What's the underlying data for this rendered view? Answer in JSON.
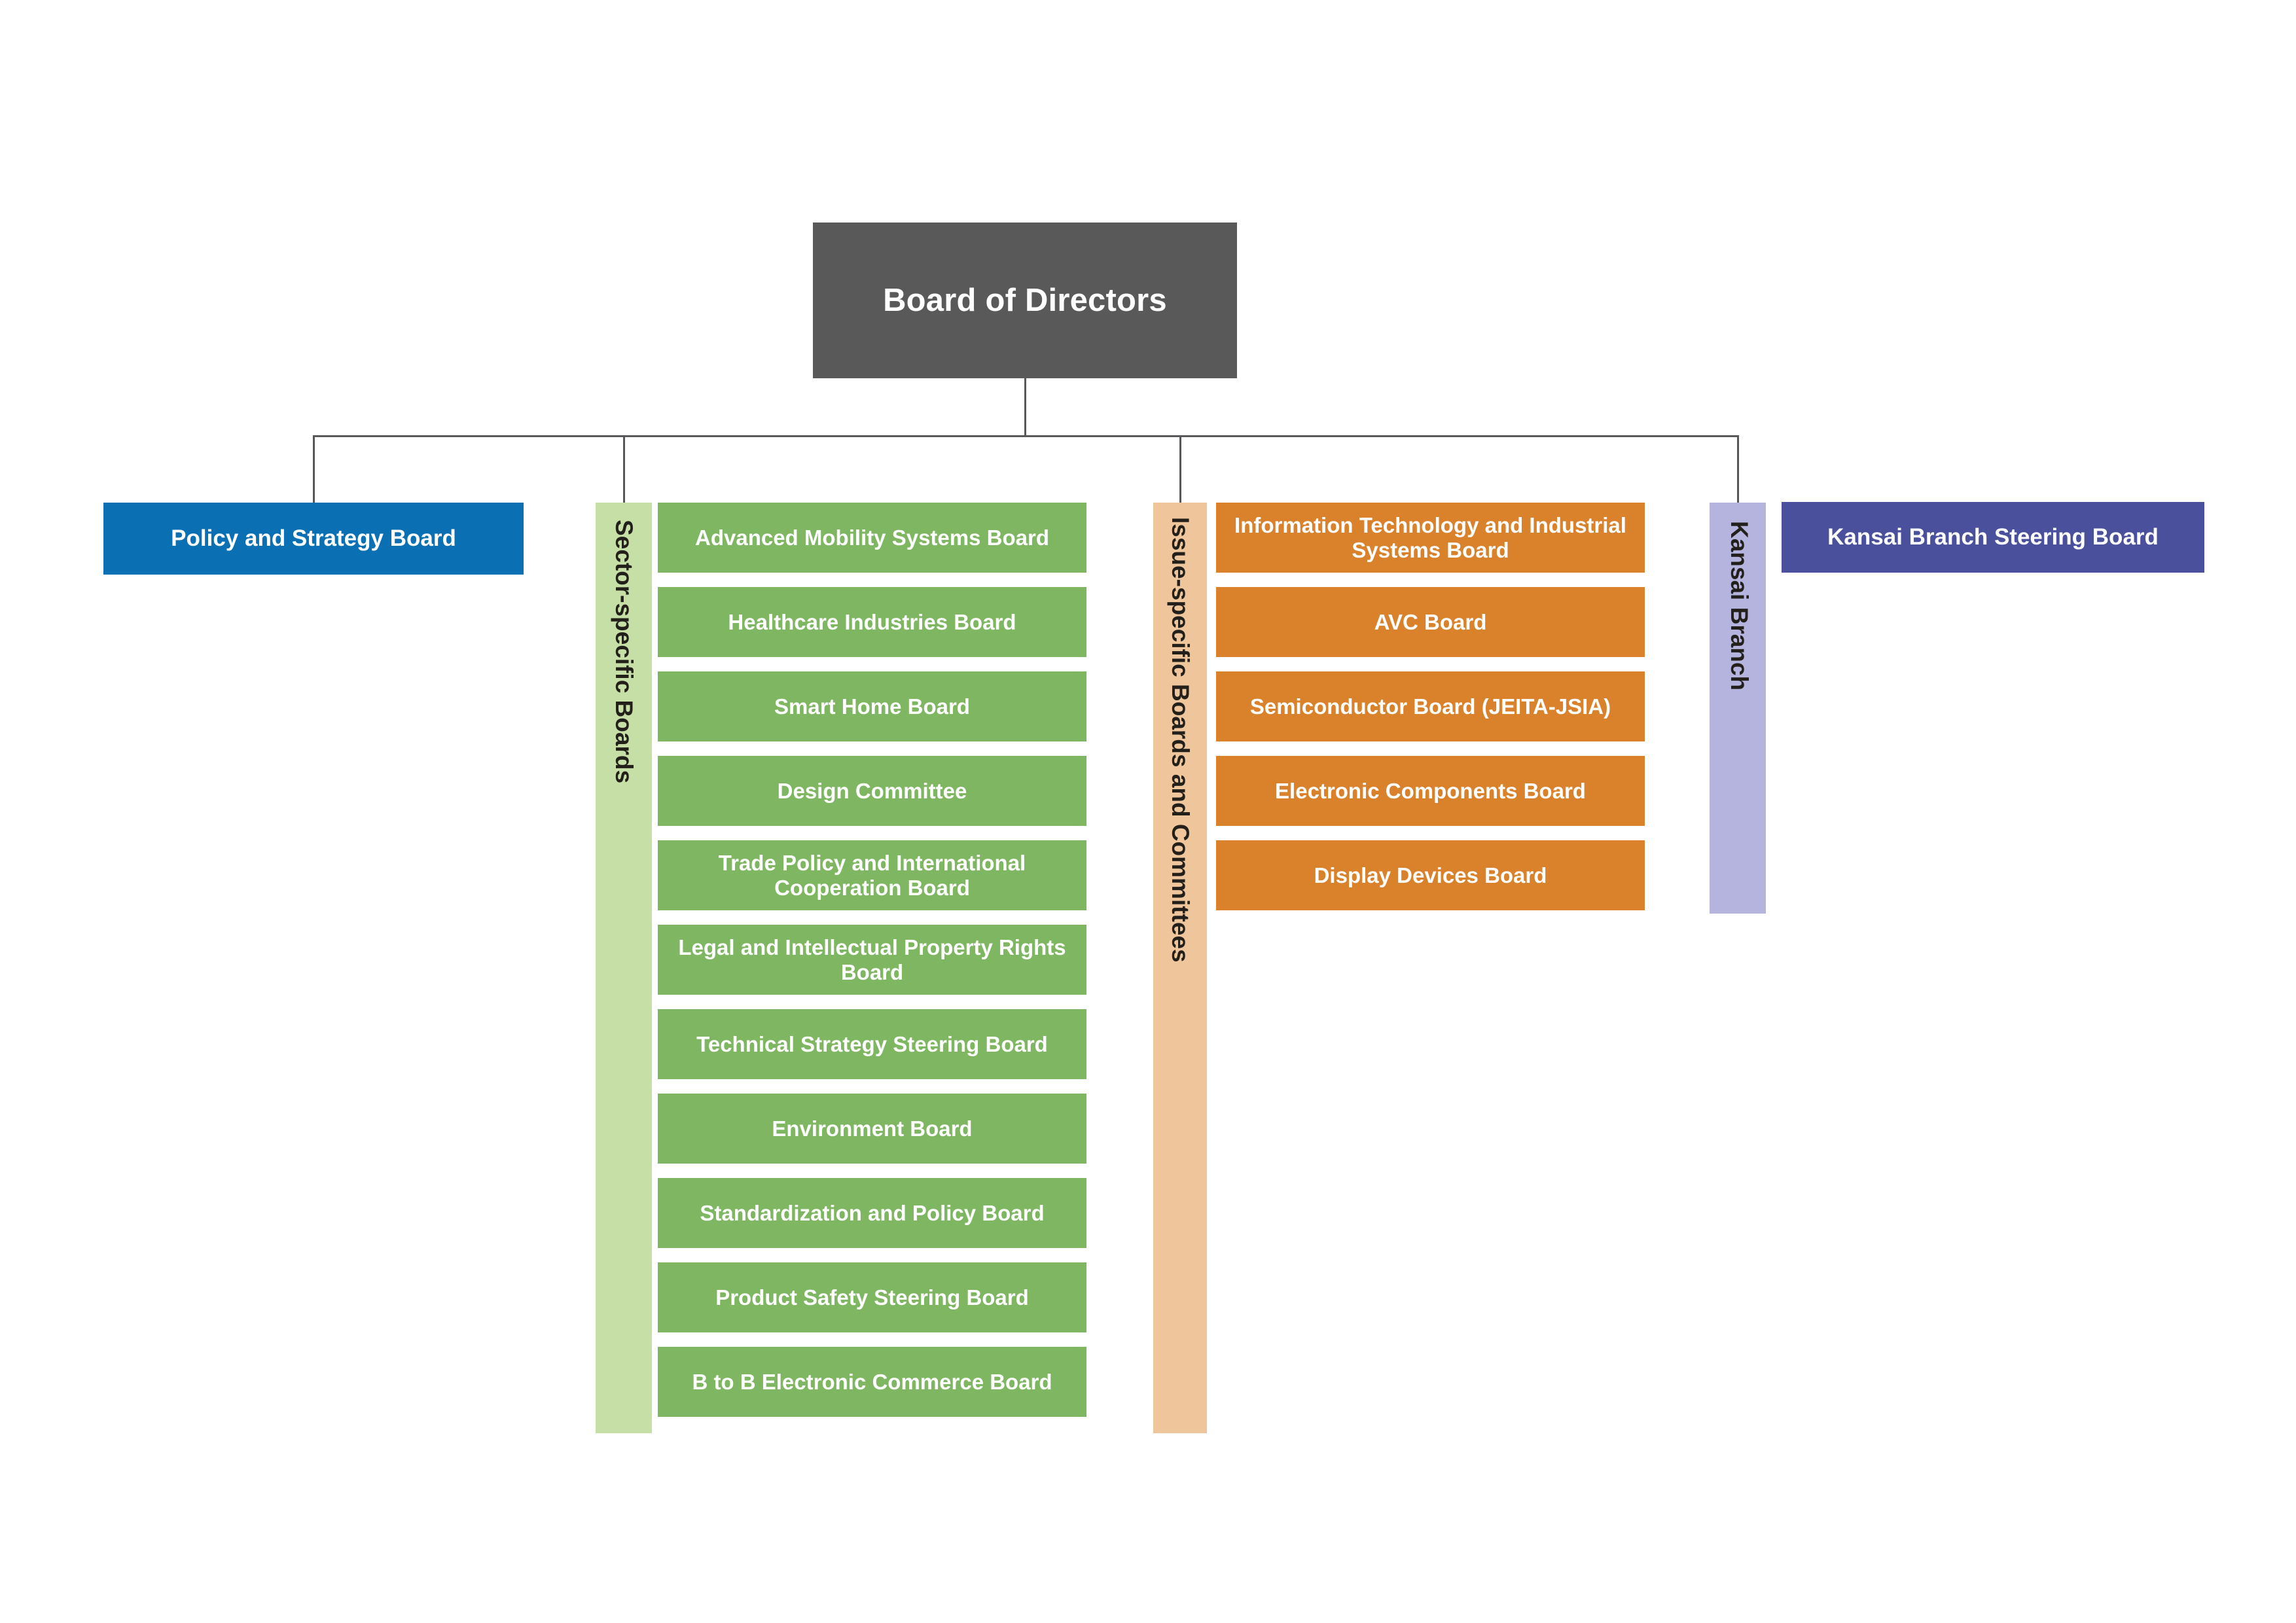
{
  "chart": {
    "type": "org-chart",
    "title": "Board of Directors organizational structure"
  },
  "root": {
    "label": "Board of Directors",
    "color": "#595959"
  },
  "connector": {
    "color": "#58585a"
  },
  "branches": {
    "policy": {
      "label": "Policy and Strategy Board",
      "color": "#0B6FB4"
    },
    "sector_specific": {
      "category_label": "Sector-specific Boards",
      "category_color": "#C5DFA6",
      "item_color": "#7FB661",
      "items": [
        {
          "label": "Advanced Mobility Systems Board"
        },
        {
          "label": "Healthcare Industries Board"
        },
        {
          "label": "Smart Home Board"
        },
        {
          "label": "Design Committee"
        },
        {
          "label": "Trade Policy and International Cooperation Board"
        },
        {
          "label": "Legal and Intellectual Property Rights Board"
        },
        {
          "label": "Technical Strategy Steering Board"
        },
        {
          "label": "Environment Board"
        },
        {
          "label": "Standardization and Policy Board"
        },
        {
          "label": "Product Safety Steering Board"
        },
        {
          "label": "B to B Electronic Commerce Board"
        }
      ]
    },
    "issue_specific": {
      "category_label": "Issue-specific Boards and Committees",
      "category_color": "#EFC69C",
      "item_color": "#D9822B",
      "items": [
        {
          "label": "Information Technology and Industrial Systems Board"
        },
        {
          "label": "AVC Board"
        },
        {
          "label": "Semiconductor Board (JEITA-JSIA)"
        },
        {
          "label": "Electronic Components Board"
        },
        {
          "label": "Display Devices Board"
        }
      ]
    },
    "kansai": {
      "category_label": "Kansai Branch",
      "category_color": "#B4B4DE",
      "steering_label": "Kansai Branch Steering Board",
      "steering_color": "#4A509B"
    }
  }
}
